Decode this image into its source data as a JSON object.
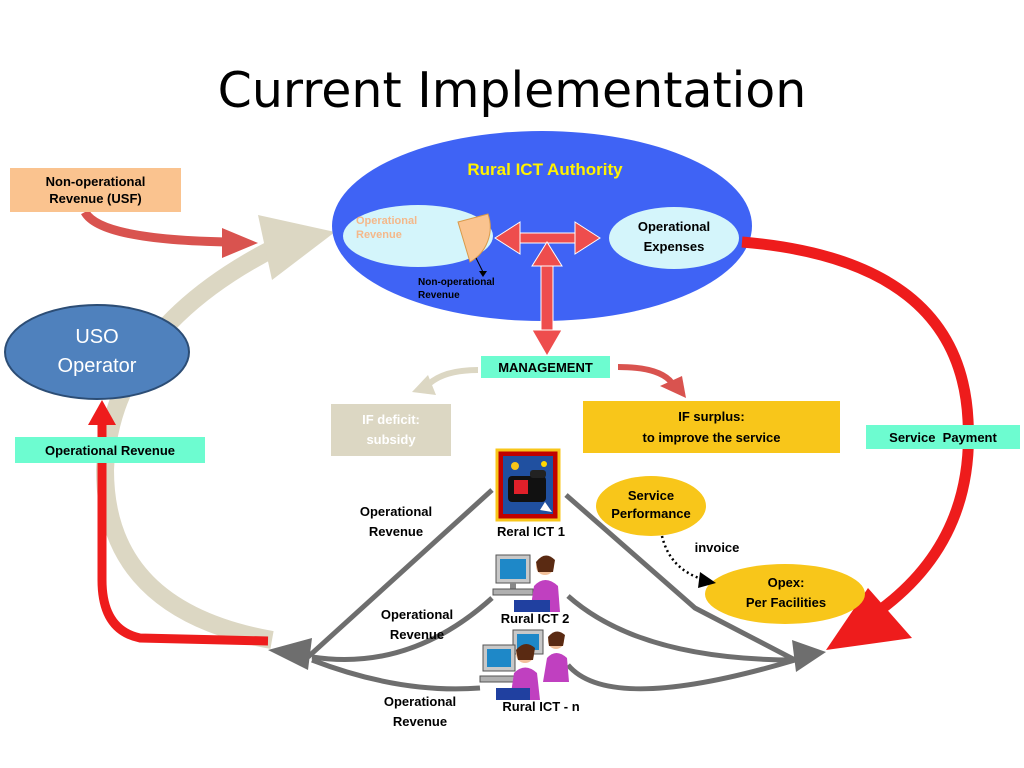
{
  "title": "Current Implementation",
  "authority": {
    "title": "Rural ICT Authority",
    "operational_revenue": "Operational\nRevenue",
    "operational_expenses": "Operational\nExpenses",
    "non_operational_revenue": "Non-operational\nRevenue"
  },
  "usf_box": "Non-operational\nRevenue (USF)",
  "uso_operator": "USO\nOperator",
  "operational_revenue_box": "Operational Revenue",
  "management": "MANAGEMENT",
  "if_deficit": "IF deficit:\nsubsidy",
  "if_surplus": "IF surplus:\nto improve the service",
  "service_payment": "Service  Payment",
  "service_performance": "Service\nPerformance",
  "invoice": "invoice",
  "opex": "Opex:\nPer Facilities",
  "ict_sites": [
    "Reral ICT 1",
    "Rural ICT 2",
    "Rural ICT - n"
  ],
  "revenue_labels": [
    "Operational\nRevenue",
    "Operational\nRevenue",
    "Operational\nRevenue"
  ],
  "colors": {
    "authority_blue": "#3f63f5",
    "arrow_red": "#ee1c1c",
    "arrow_salmon": "#d9534f",
    "arrow_beige": "#dcd7c3",
    "arrow_gray": "#6e6e6e",
    "aqua_label": "#6dfcd0",
    "peach_label": "#fac38f",
    "gold": "#f8c61a",
    "yellow_title": "#fff200"
  }
}
